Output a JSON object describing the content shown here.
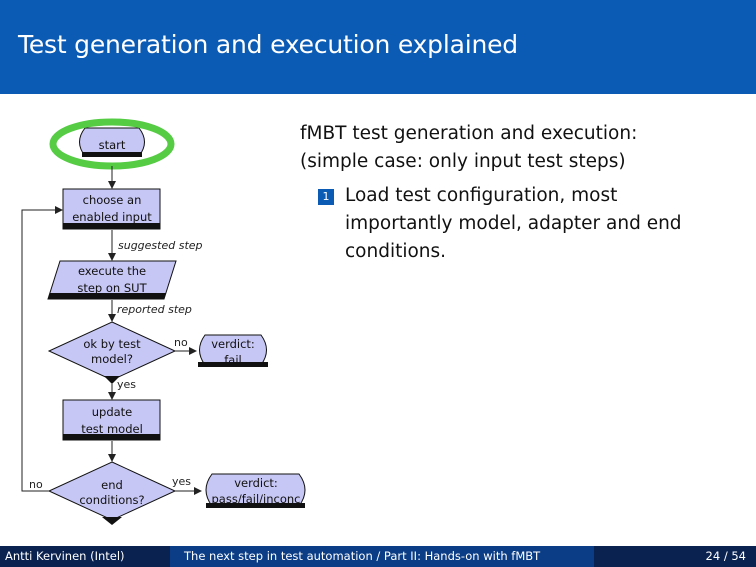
{
  "slide": {
    "title": "Test generation and execution explained"
  },
  "flowchart": {
    "start": "start",
    "choose": [
      "choose an",
      "enabled input"
    ],
    "suggested": "suggested step",
    "execute": [
      "execute the",
      "step on SUT"
    ],
    "reported": "reported step",
    "decision1": [
      "ok by test",
      "model?"
    ],
    "no1": "no",
    "verdict_fail": [
      "verdict:",
      "fail"
    ],
    "yes1": "yes",
    "update": [
      "update",
      "test model"
    ],
    "decision2": [
      "end",
      "conditions?"
    ],
    "no2": "no",
    "yes2": "yes",
    "verdict_end": [
      "verdict:",
      "pass/fail/inconc"
    ]
  },
  "content": {
    "heading_line1": "fMBT test generation and execution:",
    "heading_line2": "(simple case: only input test steps)",
    "item_number": "1",
    "item_text": "Load test configuration, most importantly model, adapter and end conditions."
  },
  "footer": {
    "author": "Antti Kervinen (Intel)",
    "title": "The next step in test automation / Part II: Hands-on with fMBT",
    "page": "24 / 54"
  },
  "colors": {
    "header": "#0b5bb5",
    "footer_dark": "#0a2250",
    "footer_mid": "#0b3d86",
    "node_fill": "#c7c7f5",
    "highlight": "#55cc44"
  }
}
